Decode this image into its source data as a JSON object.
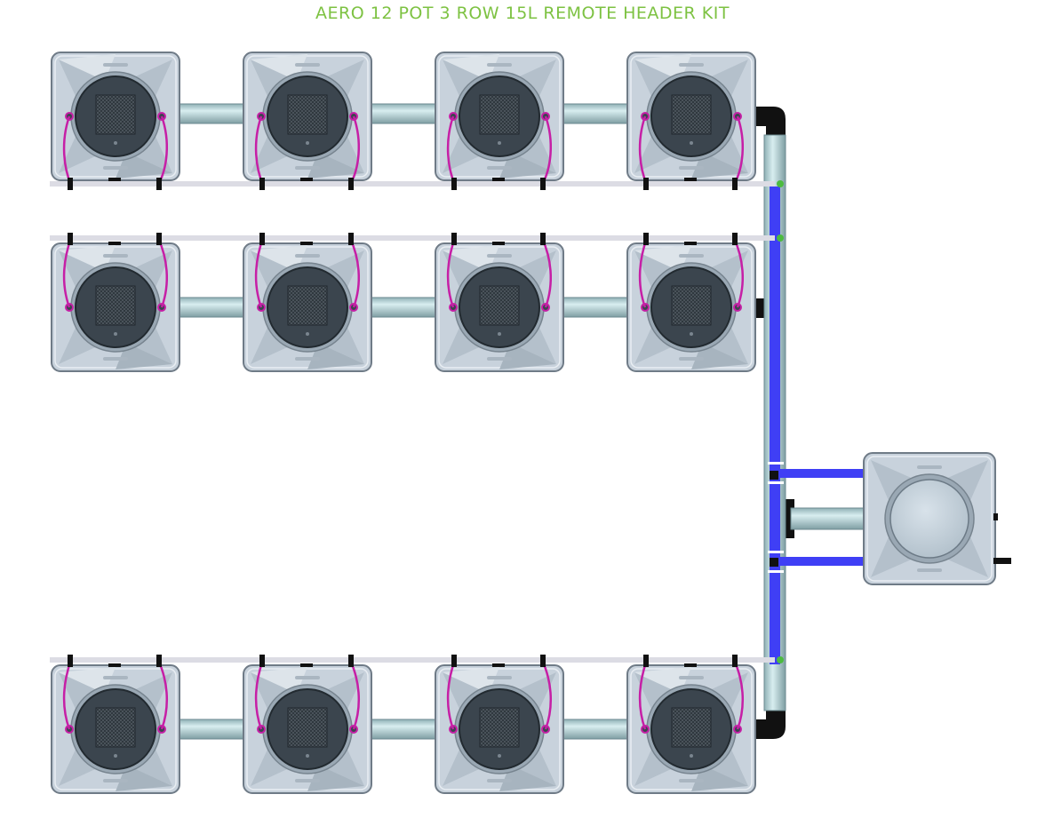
{
  "title": "AERO 12 POT 3 ROW 15L REMOTE HEADER KIT",
  "colors": {
    "title": "#7dc242",
    "pot_body": "#c6d1db",
    "pot_edge": "#7c8895",
    "pot_inner": "#3a444d",
    "pipe": "#a9c4c8",
    "pipe_edge": "#6c8a90",
    "drip_line": "#c61fa6",
    "feed_line": "#3f3ff5",
    "header_pipe": "#111111",
    "drain_line": "#dcdce4",
    "fitting": "#4cbb3f"
  },
  "layout_rows": [
    {
      "name": "row-1",
      "pots": 4
    },
    {
      "name": "row-2",
      "pots": 4
    },
    {
      "name": "row-3",
      "pots": 4
    }
  ],
  "header_unit": {
    "name": "remote-header-tank"
  }
}
